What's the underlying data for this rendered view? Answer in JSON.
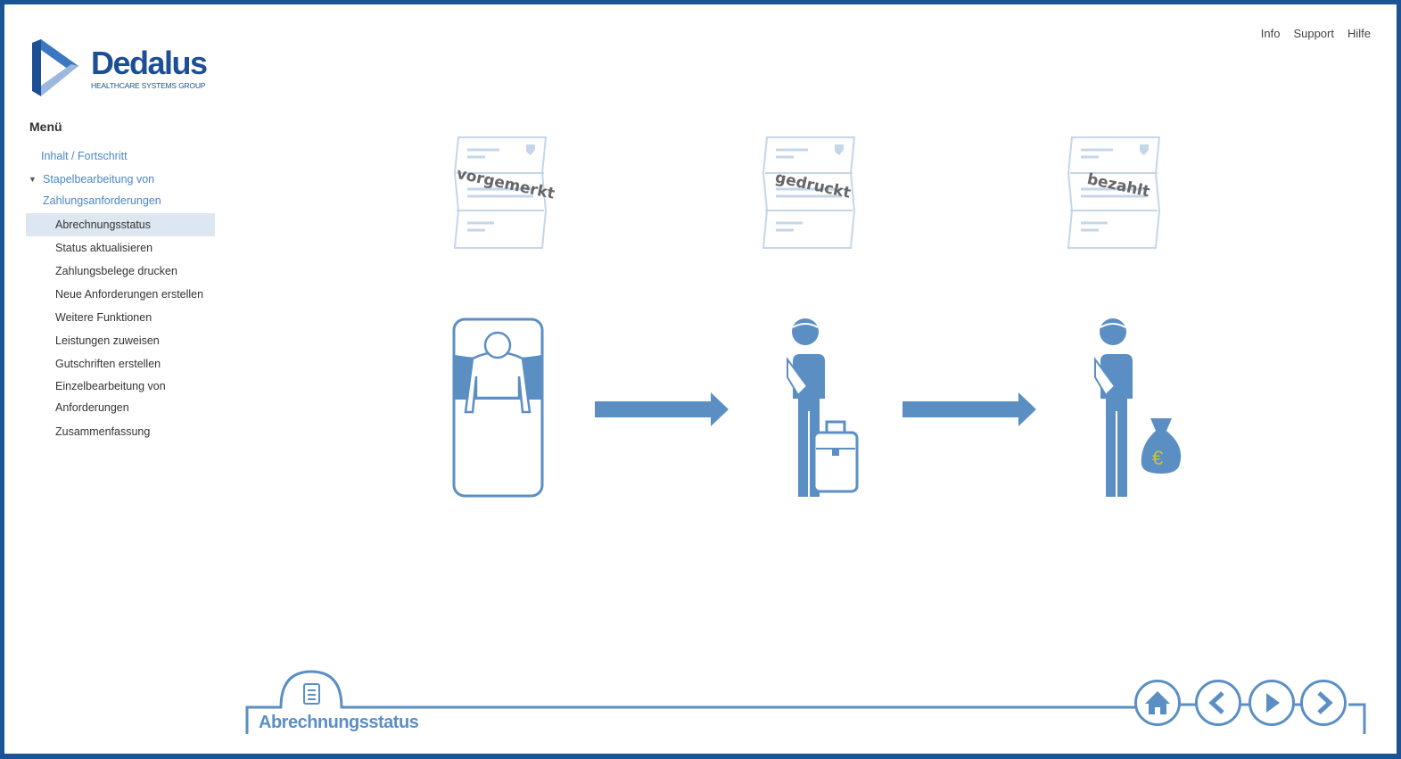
{
  "header": {
    "links": [
      "Info",
      "Support",
      "Hilfe"
    ]
  },
  "logo": {
    "name": "Dedalus",
    "tagline": "HEALTHCARE SYSTEMS GROUP"
  },
  "menu": {
    "title": "Menü",
    "items": [
      {
        "label": "Inhalt / Fortschritt"
      },
      {
        "label": "Stapelbearbeitung von",
        "label2": "Zahlungsanforderungen",
        "expanded": true
      },
      {
        "label": "Abrechnungsstatus",
        "active": true
      },
      {
        "label": "Status aktualisieren"
      },
      {
        "label": "Zahlungsbelege drucken"
      },
      {
        "label": "Neue Anforderungen erstellen"
      },
      {
        "label": "Weitere Funktionen"
      },
      {
        "label": "Leistungen zuweisen"
      },
      {
        "label": "Gutschriften erstellen"
      },
      {
        "label": "Einzelbearbeitung von",
        "label2": "Anforderungen"
      },
      {
        "label": "Zusammenfassung"
      }
    ]
  },
  "diagram": {
    "stamps": [
      "vorgemerkt",
      "gedruckt",
      "bezahlt"
    ],
    "currency": "€"
  },
  "footer": {
    "title": "Abrechnungsstatus",
    "nav": [
      "home-button",
      "back-button",
      "play-button",
      "next-button"
    ]
  },
  "colors": {
    "frame": "#1b5494",
    "accent": "#5b8fc4",
    "logo": "#1c4f93"
  }
}
